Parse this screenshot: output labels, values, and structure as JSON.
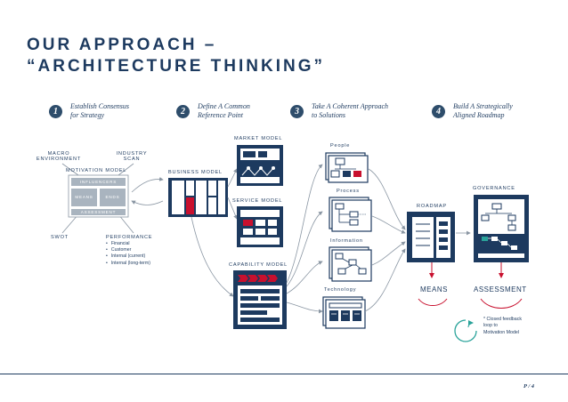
{
  "title": {
    "line1": "OUR APPROACH –",
    "line2": "“ARCHITECTURE THINKING”"
  },
  "steps": [
    {
      "num": "1",
      "line1": "Establish Consensus",
      "line2": "for Strategy"
    },
    {
      "num": "2",
      "line1": "Define A Common",
      "line2": "Reference Point"
    },
    {
      "num": "3",
      "line1": "Take A Coherent Approach",
      "line2": "to Solutions"
    },
    {
      "num": "4",
      "line1": "Build A Strategically",
      "line2": "Aligned Roadmap"
    }
  ],
  "motivation": {
    "macro_line1": "MACRO",
    "macro_line2": "ENVIRONMENT",
    "industry_line1": "INDUSTRY",
    "industry_line2": "SCAN",
    "model": "MOTIVATION MODEL",
    "influencers": "INFLUENCERS",
    "means": "MEANS",
    "ends": "ENDS",
    "assessment": "ASSESSMENT",
    "swot": "SWOT",
    "performance": "PERFORMANCE",
    "performance_items": [
      "Financial",
      "Customer",
      "Internal (current)",
      "Internal (long-term)"
    ]
  },
  "models": {
    "business": "BUSINESS MODEL",
    "market": "MARKET MODEL",
    "service": "SERVICE MODEL",
    "capability": "CAPABILITY MODEL"
  },
  "layers": {
    "people": "People",
    "process": "Process",
    "information": "Information",
    "technology": "Technology"
  },
  "roadmap": {
    "label": "ROADMAP",
    "means": "MEANS"
  },
  "governance": {
    "label": "GOVERNANCE",
    "assessment": "ASSESSMENT"
  },
  "note": "* Closed feedback\n  loop to\n  Motivation Model",
  "page": "P / 4",
  "colors": {
    "navy": "#1d3a5f",
    "dark": "#2e4d6b",
    "red": "#c8102e",
    "teal": "#2aa39a",
    "grey": "#8a96a3"
  }
}
